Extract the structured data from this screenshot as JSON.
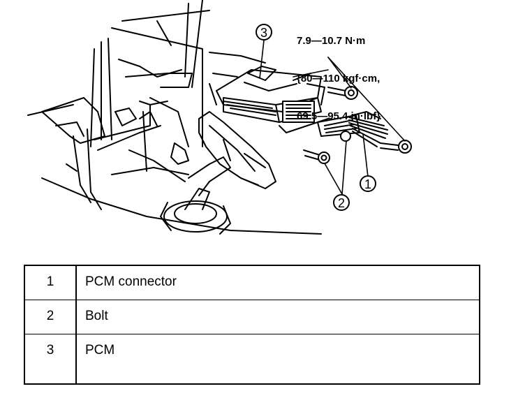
{
  "torque_spec": {
    "line1": "7.9—10.7 N·m",
    "line2": "{80—110 kgf·cm,",
    "line3": "69.5—95.4 in·lbf}"
  },
  "callouts": {
    "c1": "1",
    "c2": "2",
    "c3": "3"
  },
  "legend": {
    "rows": [
      {
        "num": "1",
        "desc": "PCM connector"
      },
      {
        "num": "2",
        "desc": "Bolt"
      },
      {
        "num": "3",
        "desc": "PCM"
      }
    ]
  }
}
